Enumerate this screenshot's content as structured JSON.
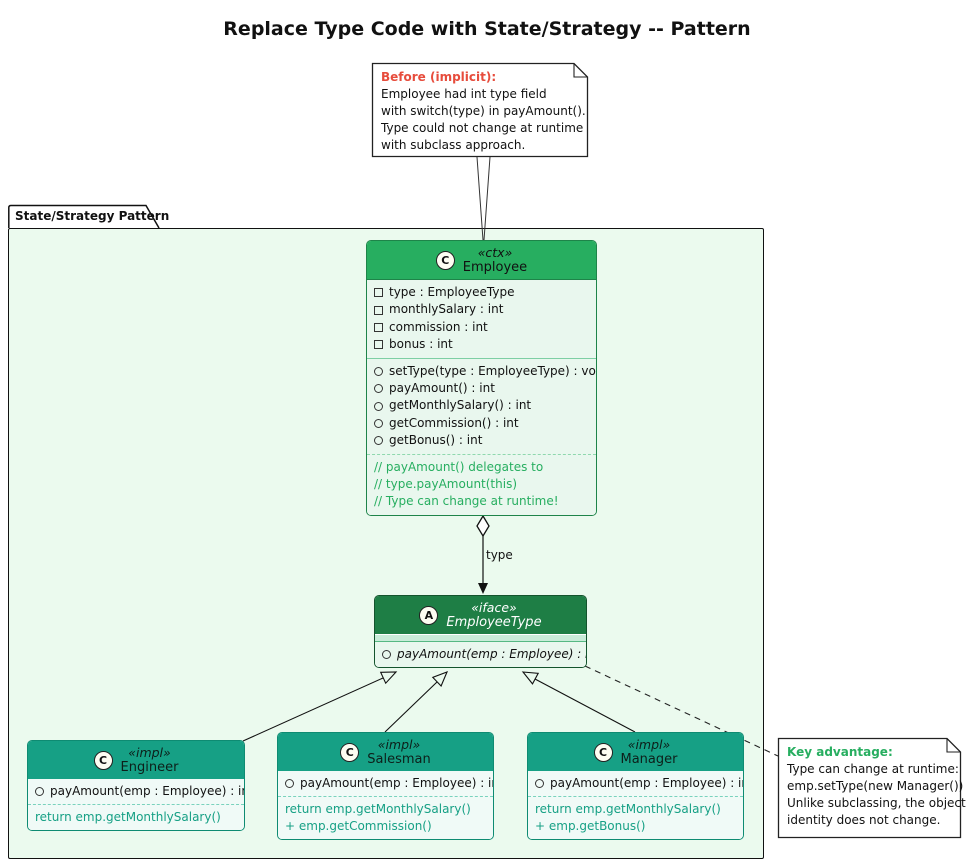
{
  "title": "Replace Type Code with State/Strategy -- Pattern",
  "package": {
    "label": "State/Strategy Pattern"
  },
  "notes": {
    "before": {
      "heading": "Before (implicit):",
      "lines": [
        "Employee had int type field",
        "with switch(type) in payAmount().",
        "Type could not change at runtime",
        "with subclass approach."
      ]
    },
    "key": {
      "heading": "Key advantage:",
      "lines": [
        "Type can change at runtime:",
        "emp.setType(new Manager())",
        "Unlike subclassing, the object",
        "identity does not change."
      ]
    }
  },
  "classes": {
    "employee": {
      "badge": "C",
      "stereotype": "«ctx»",
      "name": "Employee",
      "fields": [
        "type : EmployeeType",
        "monthlySalary : int",
        "commission : int",
        "bonus : int"
      ],
      "methods": [
        "setType(type : EmployeeType) : void",
        "payAmount() : int",
        "getMonthlySalary() : int",
        "getCommission() : int",
        "getBonus() : int"
      ],
      "comments": [
        "// payAmount() delegates to",
        "// type.payAmount(this)",
        "// Type can change at runtime!"
      ]
    },
    "employee_type": {
      "badge": "A",
      "stereotype": "«iface»",
      "name": "EmployeeType",
      "methods": [
        "payAmount(emp : Employee) : int"
      ]
    },
    "engineer": {
      "badge": "C",
      "stereotype": "«impl»",
      "name": "Engineer",
      "methods": [
        "payAmount(emp : Employee) : int"
      ],
      "code": [
        "return emp.getMonthlySalary()"
      ]
    },
    "salesman": {
      "badge": "C",
      "stereotype": "«impl»",
      "name": "Salesman",
      "methods": [
        "payAmount(emp : Employee) : int"
      ],
      "code": [
        "return emp.getMonthlySalary()",
        "  + emp.getCommission()"
      ]
    },
    "manager": {
      "badge": "C",
      "stereotype": "«impl»",
      "name": "Manager",
      "methods": [
        "payAmount(emp : Employee) : int"
      ],
      "code": [
        "return emp.getMonthlySalary()",
        "  + emp.getBonus()"
      ]
    }
  },
  "edges": {
    "aggregation_label": "type"
  },
  "colors": {
    "context_header": "#27ae60",
    "interface_header": "#1e7e45",
    "impl_header": "#16a085",
    "package_fill": "#ebfaee",
    "before_heading": "#e74c3c",
    "key_heading": "#27ae60",
    "comment_text": "#27ae60",
    "impl_code_text": "#16a085"
  }
}
